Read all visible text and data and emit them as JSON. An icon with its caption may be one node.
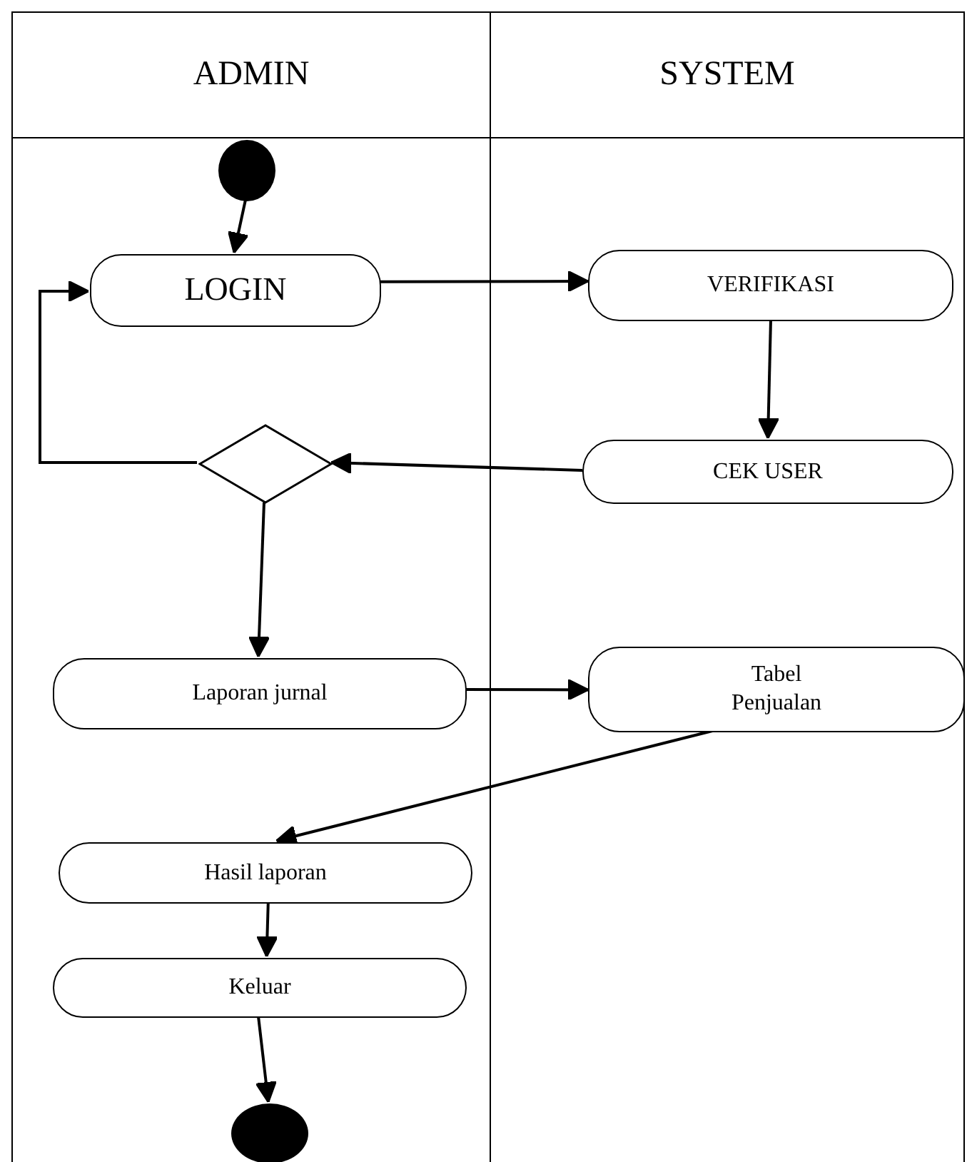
{
  "diagram": {
    "nodes": [
      {
        "text": [
          "ADMIN"
        ]
      },
      {
        "text": [
          "SYSTEM"
        ]
      },
      {
        "text": [],
        "shape": "circle",
        "in": 0
      },
      {
        "text": [
          "LOGIN"
        ],
        "in": 0
      },
      {
        "text": [
          "VERIFIKASI"
        ],
        "in": 1
      },
      {
        "text": [],
        "shape": "diamond",
        "in": 0
      },
      {
        "text": [
          "CEK USER"
        ],
        "in": 1
      },
      {
        "text": [
          "Laporan jurnal"
        ],
        "in": 0
      },
      {
        "text": [
          "Tabel Penjualan"
        ],
        "in": 1
      },
      {
        "text": [
          "Hasil laporan"
        ],
        "in": 0
      },
      {
        "text": [
          "Keluar"
        ],
        "in": 0
      },
      {
        "text": [],
        "shape": "circle",
        "in": 0
      }
    ],
    "edges": [
      {
        "from": 2,
        "to": 3,
        "arrow": "to"
      },
      {
        "from": 3,
        "to": 4,
        "arrow": "to"
      },
      {
        "from": 4,
        "to": 6,
        "arrow": "to"
      },
      {
        "from": 6,
        "to": 5,
        "arrow": "to"
      },
      {
        "from": 5,
        "to": 3,
        "arrow": "to"
      },
      {
        "from": 5,
        "to": 7,
        "arrow": "to"
      },
      {
        "from": 7,
        "to": 8,
        "arrow": "to"
      },
      {
        "from": 8,
        "to": 9,
        "arrow": "to"
      },
      {
        "from": 9,
        "to": 10,
        "arrow": "to"
      },
      {
        "from": 10,
        "to": 11,
        "arrow": "to"
      }
    ]
  }
}
